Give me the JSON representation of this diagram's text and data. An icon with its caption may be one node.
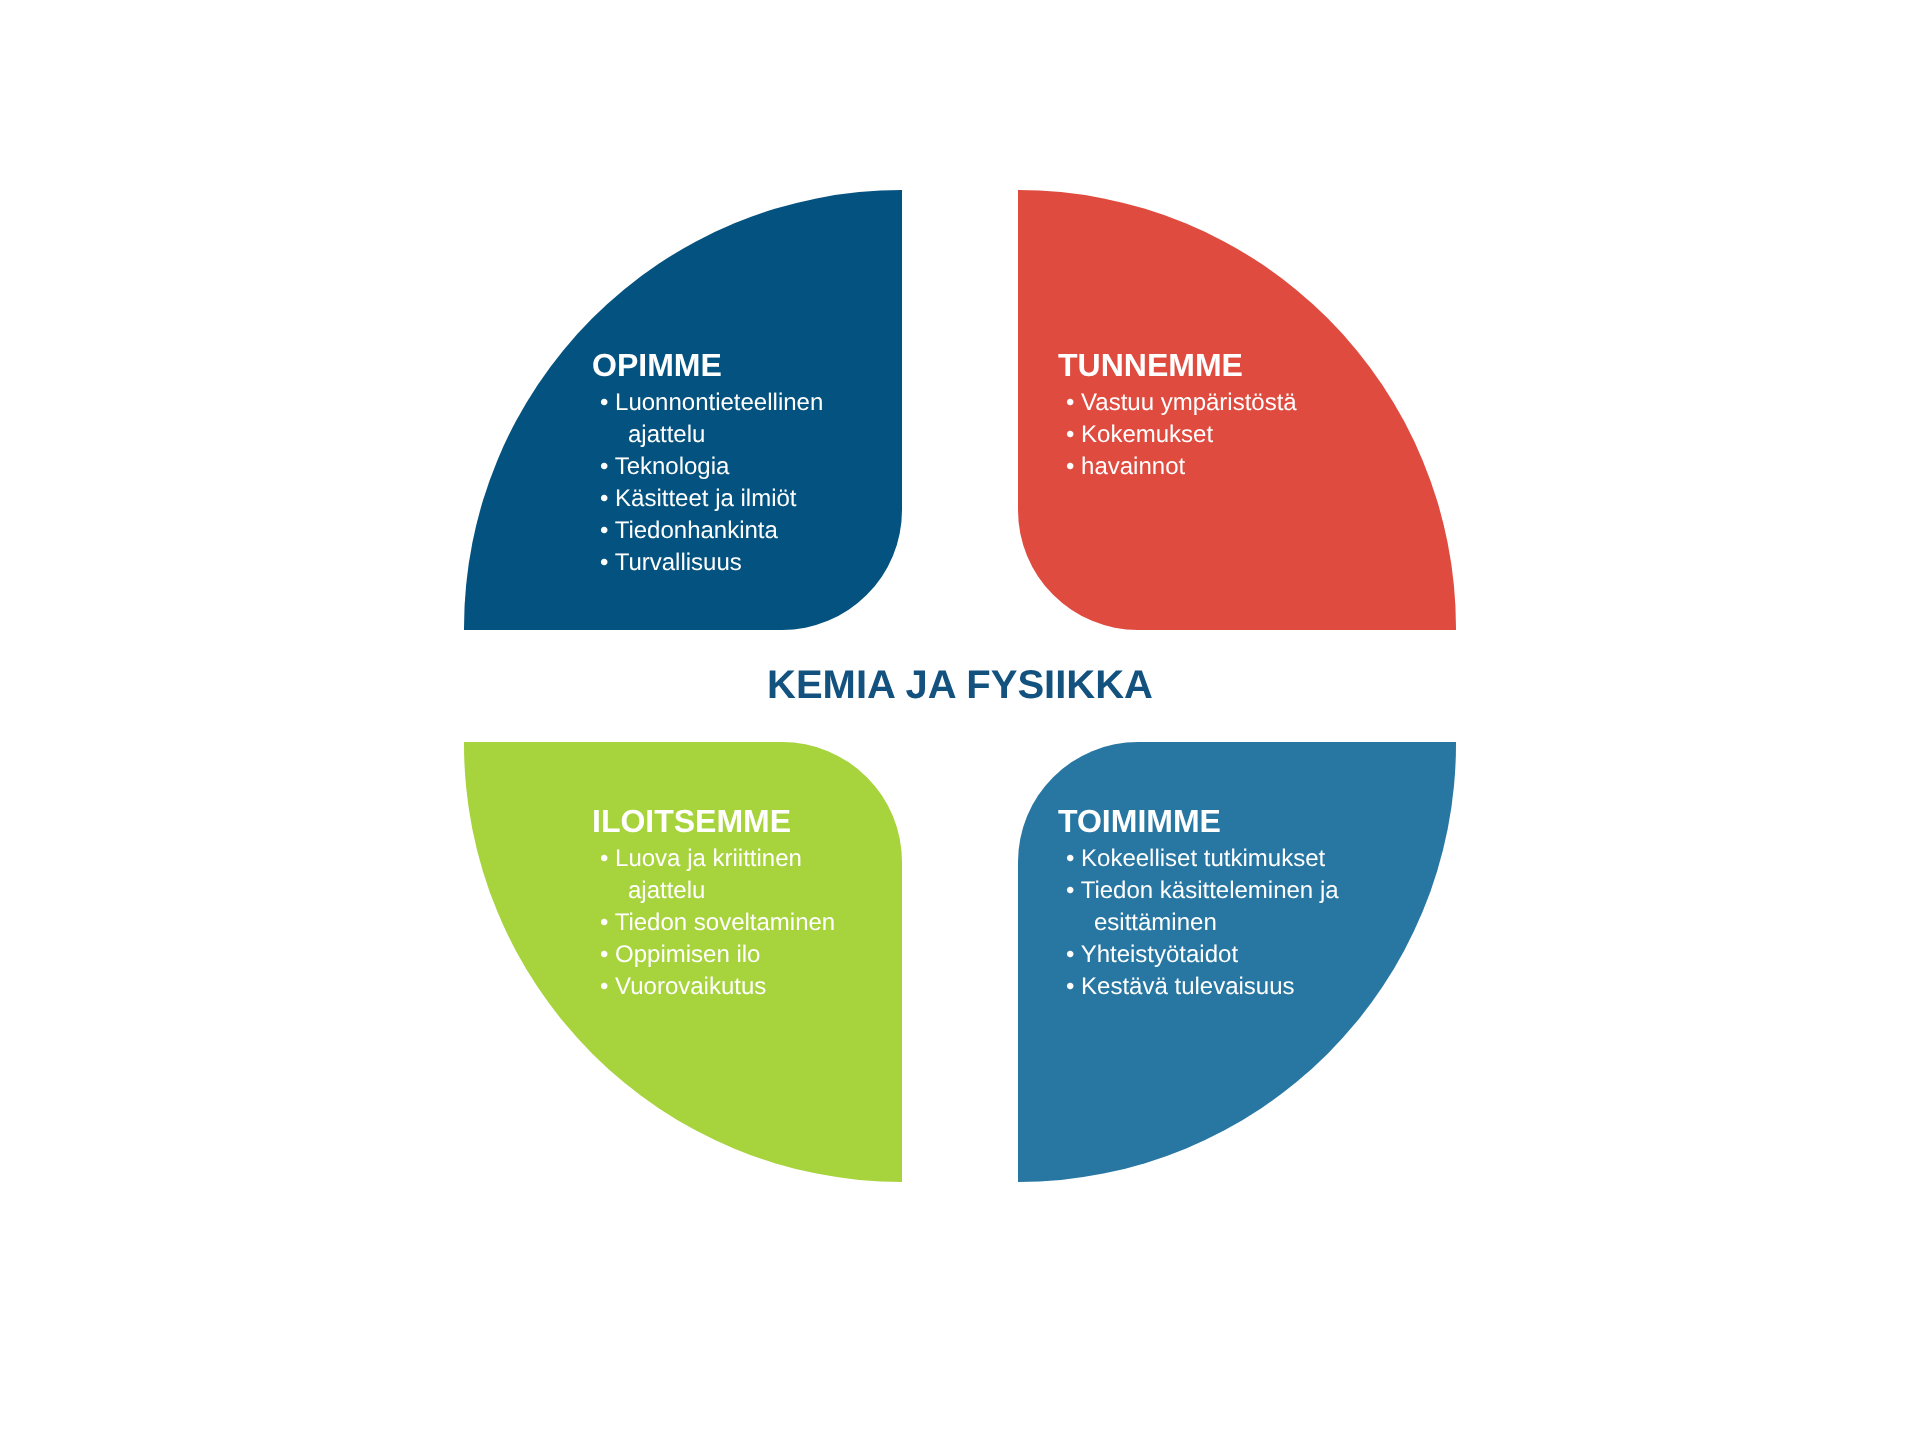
{
  "diagram": {
    "title": "KEMIA JA FYSIIKKA",
    "nodes": [
      {
        "text": [
          "OPIMME",
          "• Luonnontieteellinen ajattelu",
          "• Teknologia",
          "• Käsitteet ja ilmiöt",
          "• Tiedonhankinta",
          "• Turvallisuus"
        ]
      },
      {
        "text": [
          "TUNNEMME",
          "• Vastuu ympäristöstä",
          "• Kokemukset",
          "• havainnot"
        ]
      },
      {
        "text": [
          "ILOITSEMME",
          "• Luova ja kriittinen ajattelu",
          "• Tiedon soveltaminen",
          "• Oppimisen ilo",
          "• Vuorovaikutus"
        ]
      },
      {
        "text": [
          "TOIMIMME",
          "• Kokeelliset tutkimukset",
          "• Tiedon käsitteleminen ja esittäminen",
          "• Yhteistyötaidot",
          "• Kestävä tulevaisuus"
        ]
      }
    ]
  }
}
